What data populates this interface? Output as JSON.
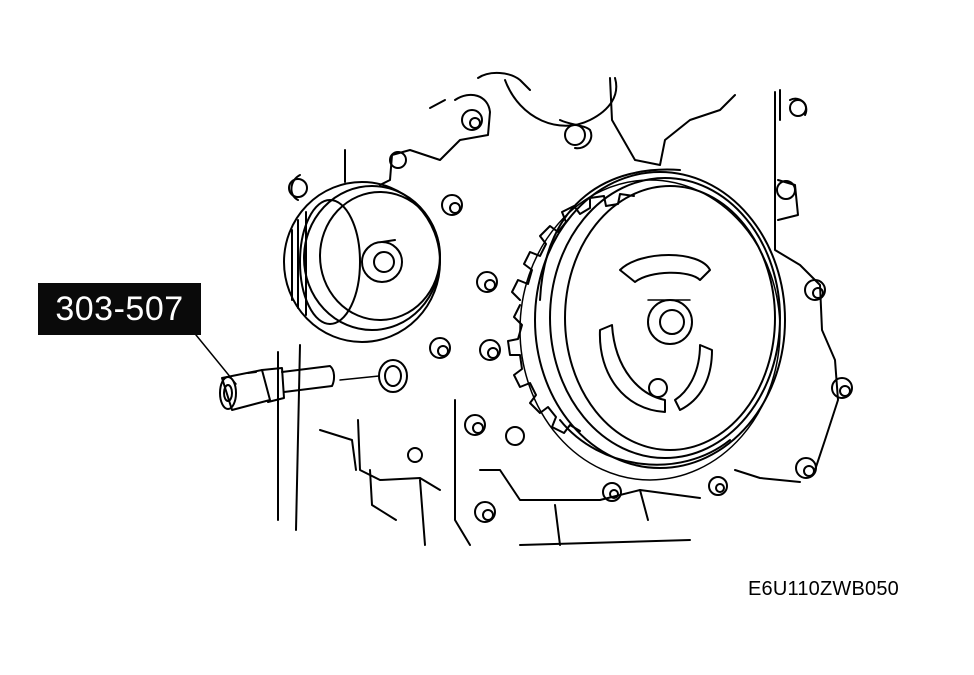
{
  "callout": {
    "tool_number": "303-507"
  },
  "figure": {
    "code": "E6U110ZWB050"
  },
  "colors": {
    "ink": "#000000",
    "label_bg": "#0a0a0a",
    "label_text": "#ffffff",
    "background": "#ffffff"
  },
  "icons": [
    "crankshaft-pulley",
    "idler-pulley",
    "sst-plug-tool",
    "timing-bolt-hole",
    "engine-front-cover"
  ]
}
